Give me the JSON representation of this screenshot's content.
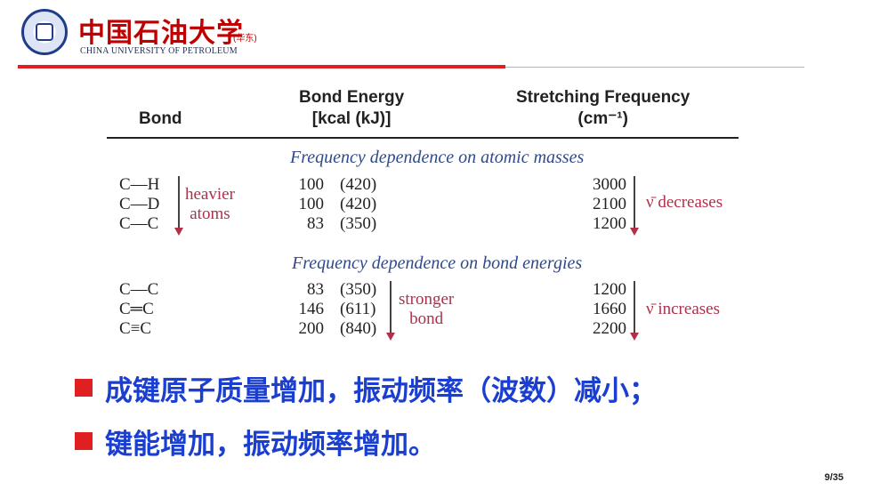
{
  "header": {
    "university_cn": "中国石油大学",
    "branch": "(华东)",
    "university_en": "CHINA UNIVERSITY OF PETROLEUM",
    "logo": "university-seal-icon",
    "colors": {
      "brand_red": "#c00000",
      "rule_red": "#e02020",
      "rule_gray": "#b5b5b5"
    }
  },
  "table": {
    "headers": {
      "bond": "Bond",
      "energy_line1": "Bond Energy",
      "energy_line2": "[kcal (kJ)]",
      "freq_line1": "Stretching Frequency",
      "freq_line2": "(cm⁻¹)"
    },
    "sections": [
      {
        "title": "Frequency dependence on atomic masses",
        "rows": [
          {
            "bond": "C—H",
            "energy": "100",
            "energy_kj": "(420)",
            "frequency": "3000"
          },
          {
            "bond": "C—D",
            "energy": "100",
            "energy_kj": "(420)",
            "frequency": "2100"
          },
          {
            "bond": "C—C",
            "energy": "83",
            "energy_kj": "(350)",
            "frequency": "1200"
          }
        ],
        "left_note_line1": "heavier",
        "left_note_line2": "atoms",
        "right_note": "ν̄ decreases"
      },
      {
        "title": "Frequency dependence on bond energies",
        "rows": [
          {
            "bond": "C—C",
            "energy": "83",
            "energy_kj": "(350)",
            "frequency": "1200"
          },
          {
            "bond": "C═C",
            "energy": "146",
            "energy_kj": "(611)",
            "frequency": "1660"
          },
          {
            "bond": "C≡C",
            "energy": "200",
            "energy_kj": "(840)",
            "frequency": "2200"
          }
        ],
        "left_note_line1": "stronger",
        "left_note_line2": "bond",
        "right_note": "ν̄ increases"
      }
    ],
    "colors": {
      "section_title": "#2f4a8c",
      "note": "#b0304a"
    }
  },
  "bullets": [
    "成键原子质量增加，振动频率（波数）减小；",
    "键能增加，振动频率增加。"
  ],
  "bullet_color": "#1a3fd0",
  "page_number": "9/35"
}
